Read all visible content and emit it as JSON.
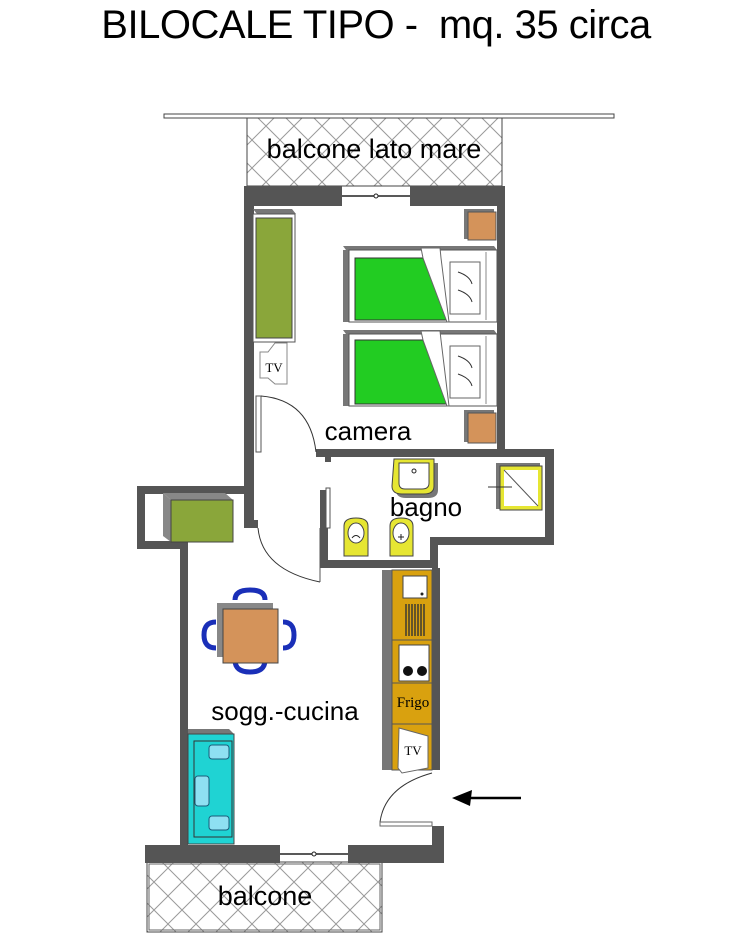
{
  "title": "BILOCALE TIPO -  mq. 35 circa",
  "rooms": {
    "balcony_sea": "balcone lato mare",
    "bedroom": "camera",
    "bathroom": "bagno",
    "living_kitchen": "sogg.-cucina",
    "balcony": "balcone"
  },
  "appliances": {
    "tv_bedroom": "TV",
    "tv_living": "TV",
    "fridge": "Frigo"
  },
  "colors": {
    "wall": "#555555",
    "bed_cover": "#22cc22",
    "wardrobe": "#8aa63a",
    "nightstand": "#d4935a",
    "table": "#d4935a",
    "chairs": "#1a2fb8",
    "sofa": "#1fd3d3",
    "bathroom_fixtures": "#e6e632",
    "kitchen": "#d9a10f"
  }
}
